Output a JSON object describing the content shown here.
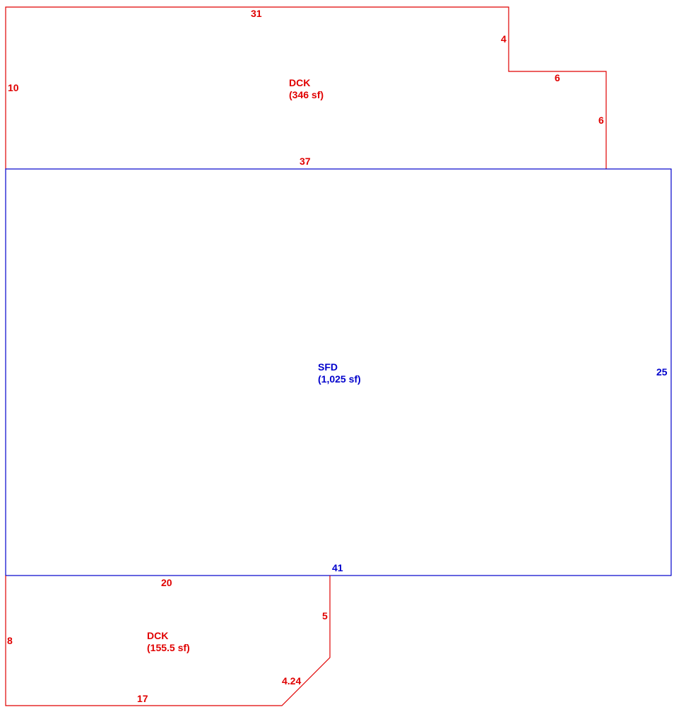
{
  "colors": {
    "deck": "#e00000",
    "dwelling": "#0000cc"
  },
  "areas": [
    {
      "code": "DCK",
      "area": "(346 sf)",
      "kind": "deck"
    },
    {
      "code": "SFD",
      "area": "(1,025 sf)",
      "kind": "dwelling"
    },
    {
      "code": "DCK",
      "area": "(155.5 sf)",
      "kind": "deck"
    }
  ],
  "dimensions": {
    "top_deck": {
      "top": "31",
      "left": "10",
      "notch_vertical": "4",
      "notch_horizontal": "6",
      "right": "6",
      "bottom": "37"
    },
    "house": {
      "right": "25",
      "bottom": "41"
    },
    "bottom_deck": {
      "top": "20",
      "left": "8",
      "right": "5",
      "diagonal": "4.24",
      "bottom": "17"
    }
  }
}
